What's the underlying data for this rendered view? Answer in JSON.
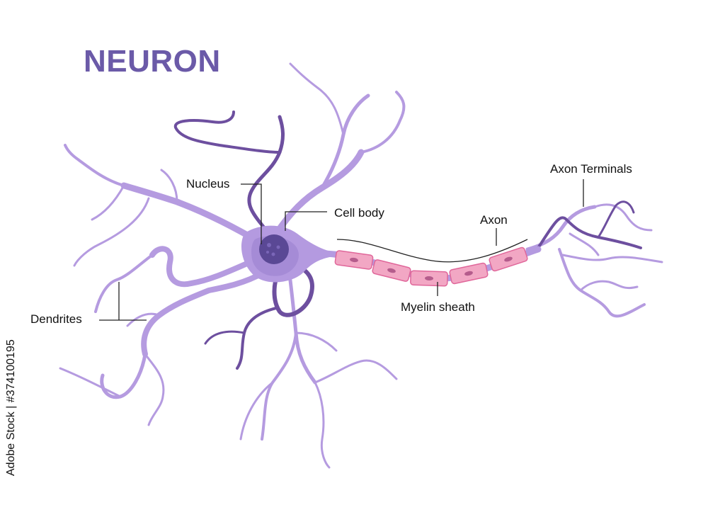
{
  "title": "NEURON",
  "labels": {
    "nucleus": "Nucleus",
    "cell_body": "Cell body",
    "axon": "Axon",
    "axon_terminals": "Axon Terminals",
    "dendrites": "Dendrites",
    "myelin_sheath": "Myelin sheath"
  },
  "stock_id": "Adobe Stock | #374100195",
  "colors": {
    "title": "#6b5aa8",
    "dendrite_light": "#b59be0",
    "dendrite_dark": "#6d4f9f",
    "cell_body": "#b49ae0",
    "nucleus": "#5a4895",
    "myelin": "#f2a7c4",
    "myelin_edge": "#e0679a",
    "leader_line": "#222222"
  }
}
